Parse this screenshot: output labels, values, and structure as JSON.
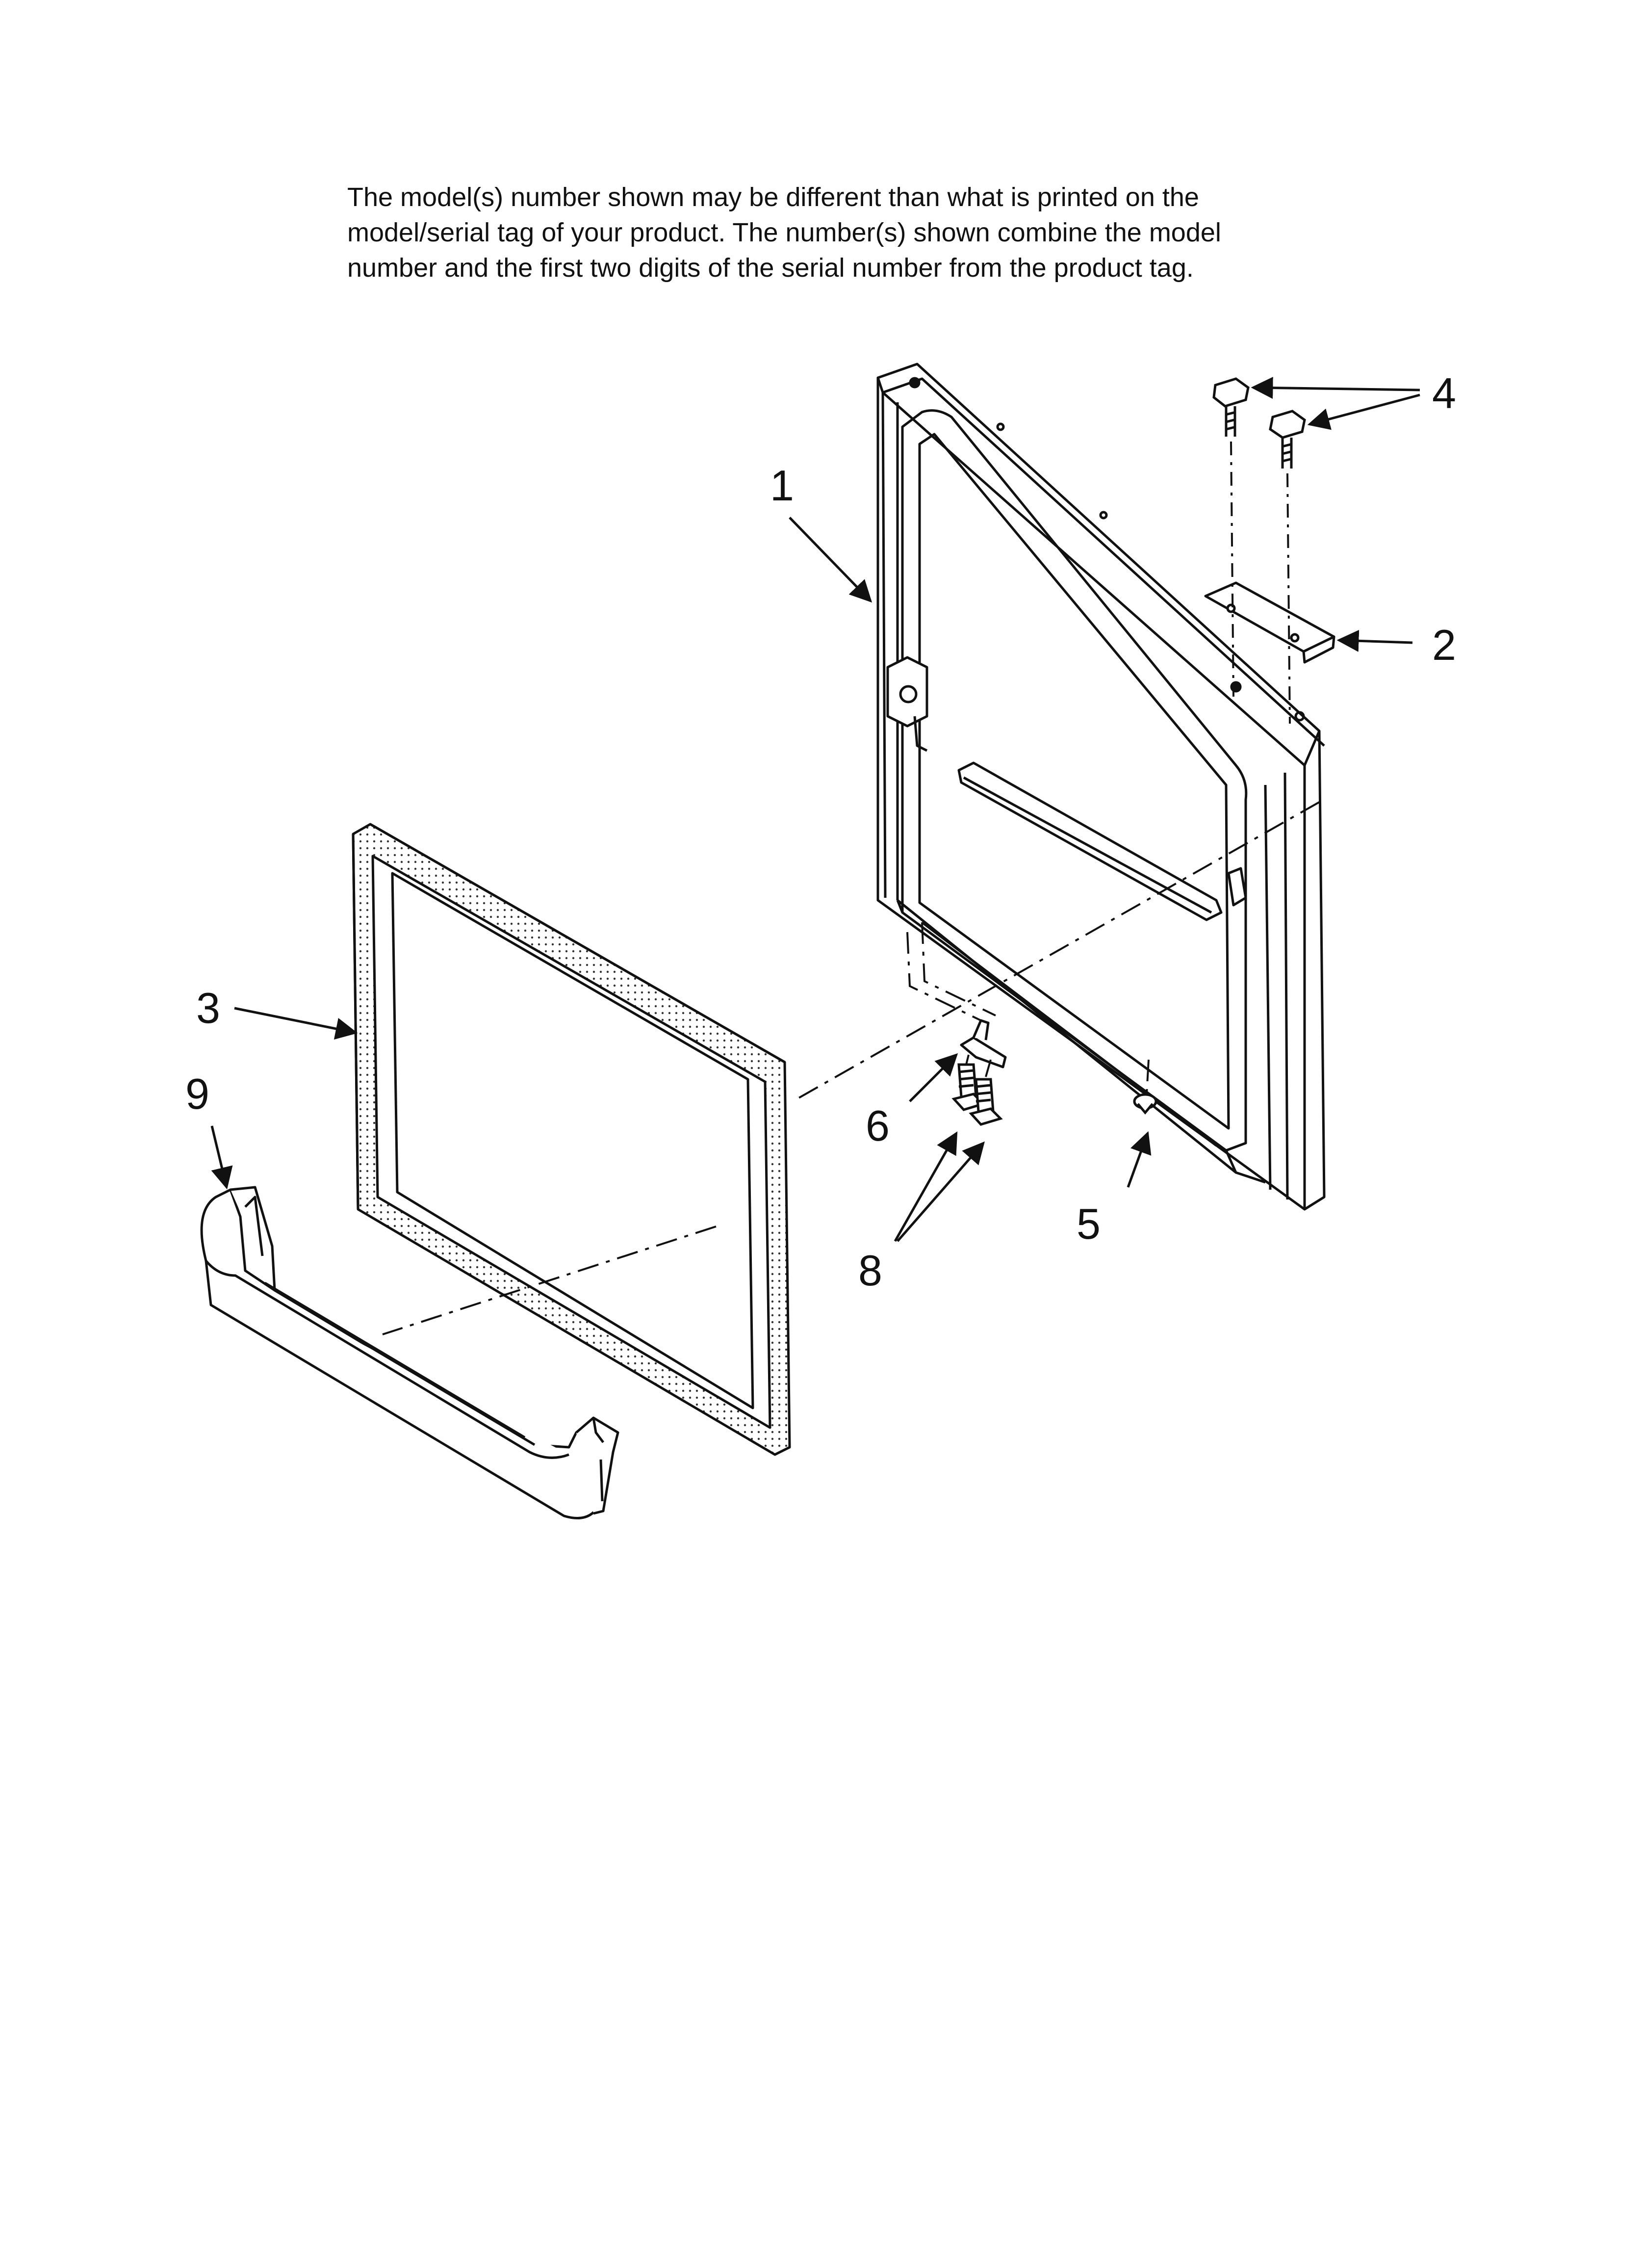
{
  "note": {
    "lines": [
      "The model(s) number shown may be different than what is printed on the",
      "model/serial tag of your product. The number(s) shown combine the model",
      "number and the first two digits of the serial number from the product tag."
    ]
  },
  "callouts": {
    "c1": "1",
    "c2": "2",
    "c3": "3",
    "c4": "4",
    "c5": "5",
    "c6": "6",
    "c8": "8",
    "c9": "9"
  },
  "colors": {
    "ink": "#111111",
    "fill": "#ffffff"
  }
}
